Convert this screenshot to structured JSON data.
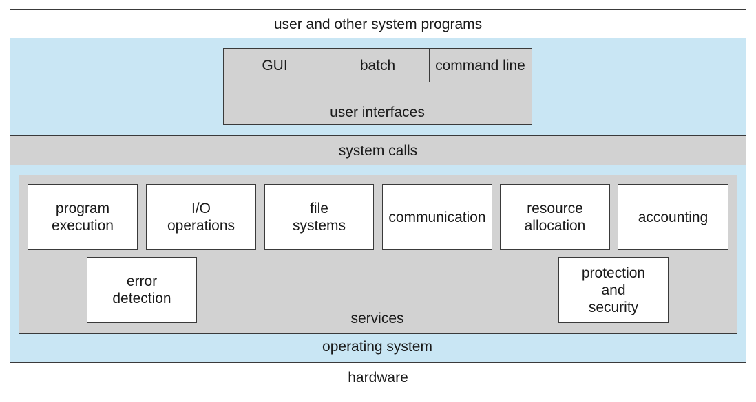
{
  "layers": {
    "top": "user and other system programs",
    "system_calls": "system calls",
    "operating_system": "operating system",
    "hardware": "hardware"
  },
  "user_interfaces": {
    "label": "user interfaces",
    "items": [
      "GUI",
      "batch",
      "command line"
    ]
  },
  "services": {
    "label": "services",
    "row1": [
      "program\nexecution",
      "I/O\noperations",
      "file\nsystems",
      "communication",
      "resource\nallocation",
      "accounting"
    ],
    "error_detection": "error\ndetection",
    "protection": "protection\nand\nsecurity"
  },
  "colors": {
    "os_blue": "#c9e6f4",
    "layer_gray": "#d2d2d2"
  }
}
